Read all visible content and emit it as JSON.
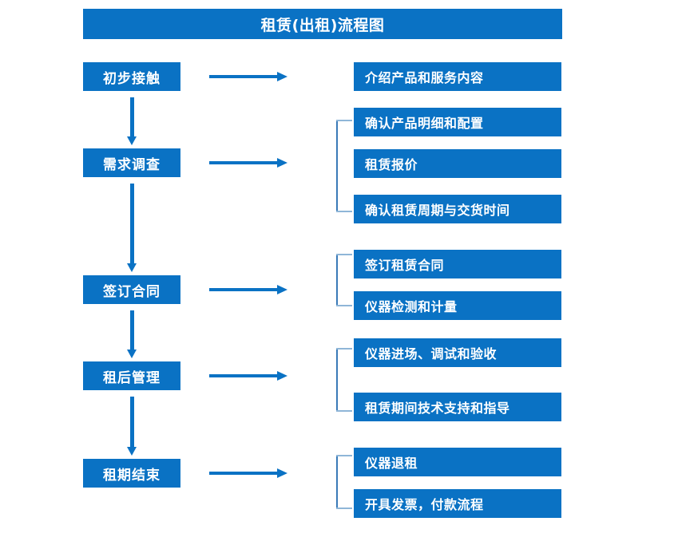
{
  "header": {
    "title": "租赁(出租)流程图"
  },
  "colors": {
    "box_blue": "#0a72c4",
    "bracket_blue": "#3a7ab8",
    "bracket_tick_blue": "#8fb6d8",
    "box_text": "#ffffff",
    "background": "#ffffff"
  },
  "stages": [
    {
      "label": "初步接触"
    },
    {
      "label": "需求调查"
    },
    {
      "label": "签订合同"
    },
    {
      "label": "租后管理"
    },
    {
      "label": "租期结束"
    }
  ],
  "details": [
    {
      "label": "介绍产品和服务内容"
    },
    {
      "label": "确认产品明细和配置"
    },
    {
      "label": "租赁报价"
    },
    {
      "label": "确认租赁周期与交货时间"
    },
    {
      "label": "签订租赁合同"
    },
    {
      "label": "仪器检测和计量"
    },
    {
      "label": "仪器进场、调试和验收"
    },
    {
      "label": "租赁期间技术支持和指导"
    },
    {
      "label": "仪器退租"
    },
    {
      "label": "开具发票，付款流程"
    }
  ],
  "connectors": {
    "horizontal_arrow_count": 5,
    "vertical_arrow_count": 4,
    "bracket_count": 4
  }
}
